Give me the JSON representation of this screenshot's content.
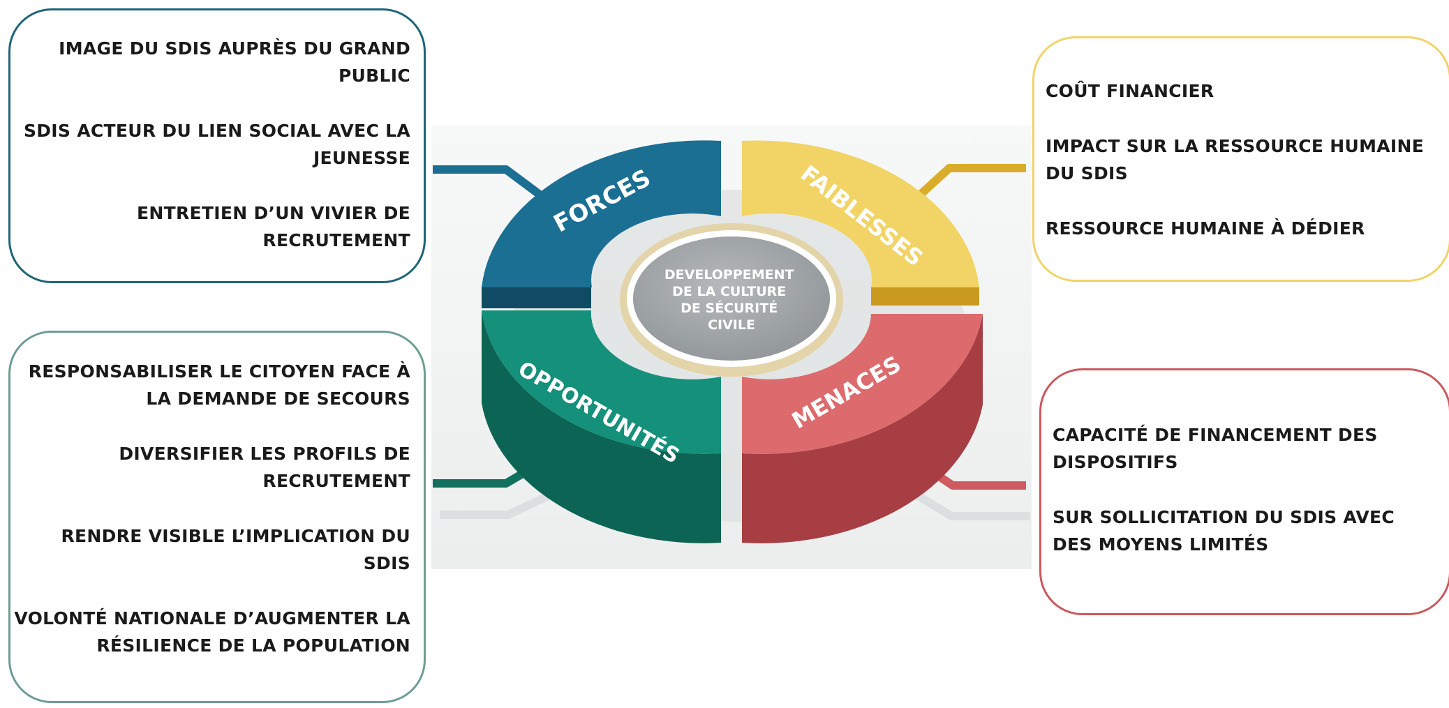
{
  "forces": {
    "title": "FORCES",
    "items": [
      "IMAGE DU SDIS AUPRÈS DU GRAND PUBLIC",
      "SDIS ACTEUR DU LIEN SOCIAL AVEC LA JEUNESSE",
      "ENTRETIEN D’UN VIVIER DE RECRUTEMENT"
    ]
  },
  "opportunites": {
    "title": "OPPORTUNITÉS",
    "items": [
      "RESPONSABILISER LE CITOYEN FACE À LA DEMANDE DE SECOURS",
      "DIVERSIFIER LES PROFILS DE RECRUTEMENT",
      "RENDRE VISIBLE L’IMPLICATION DU SDIS",
      "VOLONTÉ NATIONALE D’AUGMENTER LA RÉSILIENCE DE LA POPULATION"
    ]
  },
  "faiblesses": {
    "title": "FAIBLESSES",
    "items": [
      "COÛT FINANCIER",
      "IMPACT SUR LA RESSOURCE HUMAINE DU SDIS",
      "RESSOURCE HUMAINE À DÉDIER"
    ]
  },
  "menaces": {
    "title": "MENACES",
    "items": [
      "CAPACITÉ DE FINANCEMENT DES DISPOSITIFS",
      "SUR SOLLICITATION DU SDIS AVEC DES MOYENS LIMITÉS"
    ]
  },
  "center": {
    "lines": [
      "DEVELOPPEMENT",
      "DE LA CULTURE",
      "DE SÉCURITÉ",
      "CIVILE"
    ]
  },
  "colors": {
    "forces": "#1b6f93",
    "faiblesses": "#f2d466",
    "opportunites": "#15907a",
    "menaces": "#dd6a6d",
    "center": "#a3a7a9"
  }
}
